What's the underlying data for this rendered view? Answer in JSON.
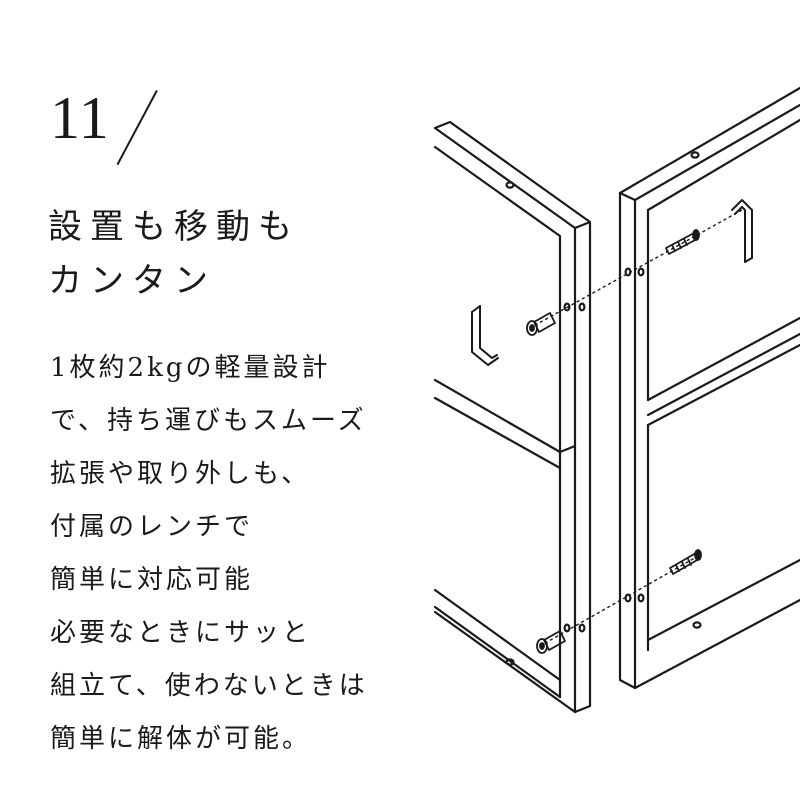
{
  "feature": {
    "number": "11",
    "title_lines": [
      "設置も移動も",
      "カンタン"
    ],
    "description_lines": [
      "1枚約2kgの軽量設計",
      "で、持ち運びもスムーズ",
      "拡張や取り外しも、",
      "付属のレンチで",
      "簡単に対応可能",
      "必要なときにサッと",
      "組立て、使わないときは",
      "簡単に解体が可能。"
    ]
  },
  "illustration": {
    "subject": "two-metal-frame-panels-with-bolts-and-hex-wrenches",
    "line_color": "#1a1a1a"
  }
}
